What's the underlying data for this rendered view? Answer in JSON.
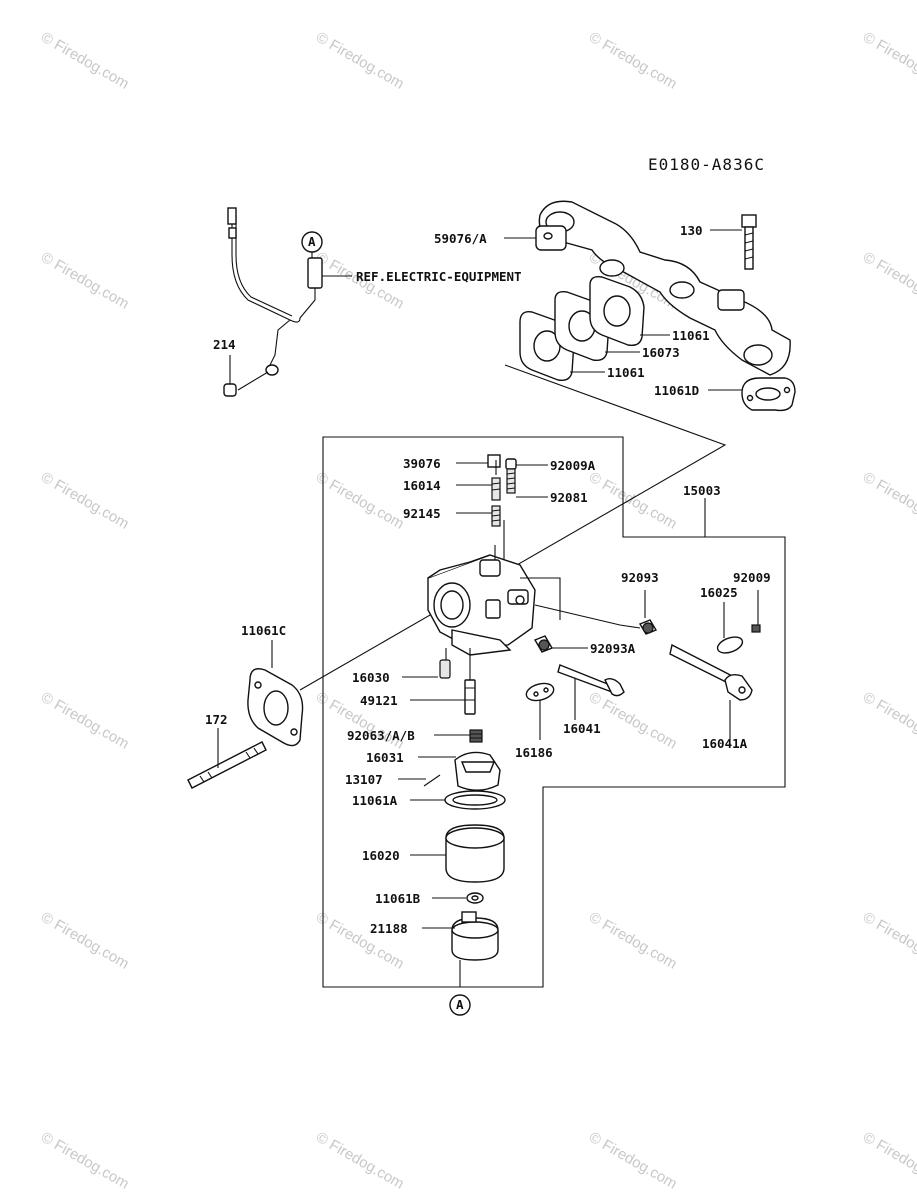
{
  "diagram": {
    "code": "E0180-A836C",
    "reference_text": "REF.ELECTRIC-EQUIPMENT",
    "ref_marker": "A",
    "watermark": "© Firedog.com",
    "parts": {
      "p59076a": "59076/A",
      "p130": "130",
      "p11061_top": "11061",
      "p16073": "16073",
      "p11061_bottom": "11061",
      "p11061d": "11061D",
      "p214": "214",
      "p39076": "39076",
      "p92009a": "92009A",
      "p16014": "16014",
      "p92081": "92081",
      "p92145": "92145",
      "p15003": "15003",
      "p92093": "92093",
      "p92009": "92009",
      "p16025": "16025",
      "p92093a": "92093A",
      "p11061c": "11061C",
      "p16030": "16030",
      "p49121": "49121",
      "p172": "172",
      "p16041": "16041",
      "p16186": "16186",
      "p16041a": "16041A",
      "p92063": "92063/A/B",
      "p16031": "16031",
      "p13107": "13107",
      "p11061a": "11061A",
      "p16020": "16020",
      "p11061b": "11061B",
      "p21188": "21188"
    }
  }
}
